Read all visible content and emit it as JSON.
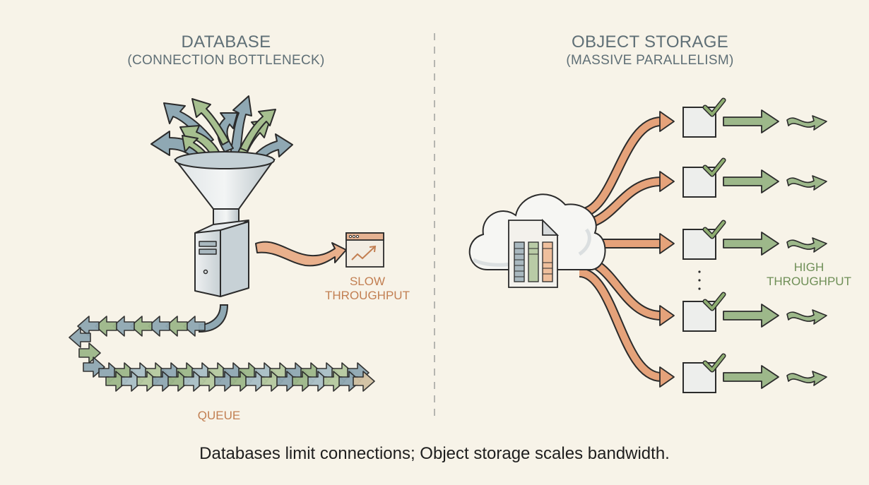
{
  "left_panel": {
    "title": "DATABASE",
    "subtitle": "(CONNECTION BOTTLENECK)",
    "output_label_line1": "SLOW",
    "output_label_line2": "THROUGHPUT",
    "queue_label": "QUEUE",
    "icons": [
      "tangled-arrows-icon",
      "funnel-icon",
      "server-icon",
      "browser-chart-icon",
      "queue-arrows-icon"
    ]
  },
  "right_panel": {
    "title": "OBJECT STORAGE",
    "subtitle": "(MASSIVE PARALLELISM)",
    "output_label_line1": "HIGH",
    "output_label_line2": "THROUGHPUT",
    "parallel_streams_shown": 5,
    "ellipsis": "⋮",
    "icons": [
      "cloud-icon",
      "data-file-icon",
      "checkbox-icon",
      "arrow-right-icon",
      "wave-arrow-icon"
    ]
  },
  "caption": "Databases limit connections; Object storage scales bandwidth.",
  "colors": {
    "background": "#f7f3e8",
    "heading": "#5f6f76",
    "orange": "#e5a27a",
    "orange_text": "#c27f52",
    "green": "#9db88a",
    "green_text": "#6f8f57",
    "blue_gray": "#8fa8b3",
    "divider": "#b5b5b0"
  }
}
